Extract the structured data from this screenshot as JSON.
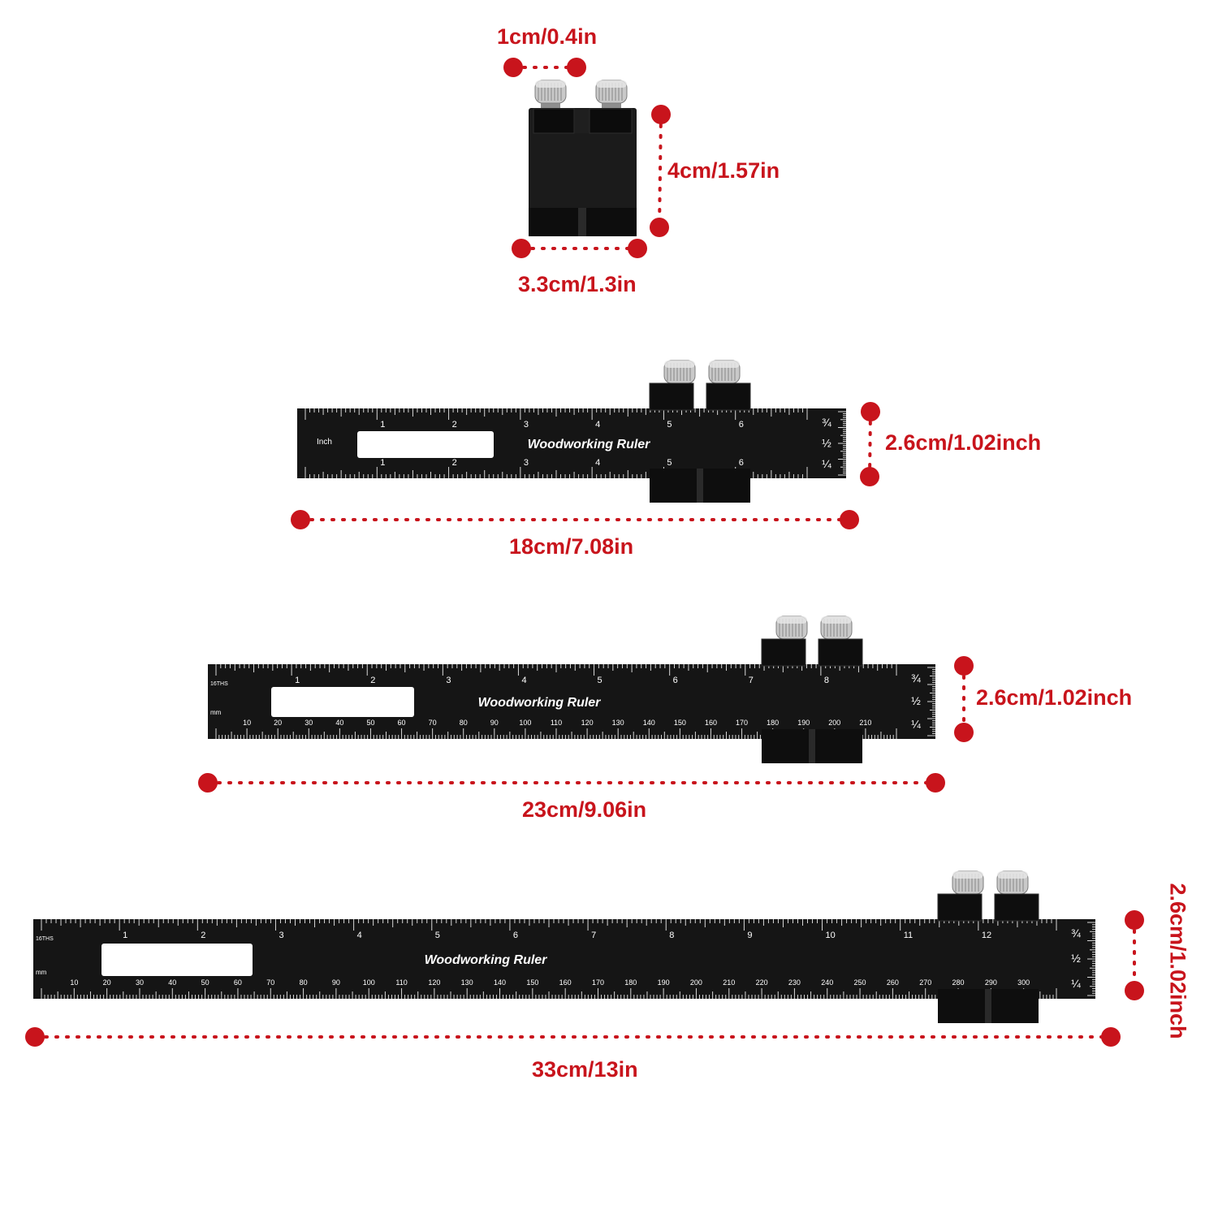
{
  "colors": {
    "accent": "#c8141c",
    "ruler": "#151515",
    "knob": "#c9c9c9",
    "label": "#ffffff"
  },
  "block": {
    "gap_label": "1cm/0.4in",
    "height_label": "4cm/1.57in",
    "width_label": "3.3cm/1.3in"
  },
  "rulers": [
    {
      "brand": "Woodworking Ruler",
      "unit_label": "Inch",
      "length_label": "18cm/7.08in",
      "width_label": "2.6cm/1.02inch",
      "top_numbers": [
        "1",
        "2",
        "3",
        "4",
        "5",
        "6"
      ],
      "bottom_numbers": [
        "1",
        "2",
        "3",
        "4",
        "5",
        "6"
      ],
      "fractions": [
        "¾",
        "½",
        "¼"
      ]
    },
    {
      "brand": "Woodworking Ruler",
      "unit_label": "16THS",
      "mm_label": "mm",
      "length_label": "23cm/9.06in",
      "width_label": "2.6cm/1.02inch",
      "top_numbers": [
        "1",
        "2",
        "3",
        "4",
        "5",
        "6",
        "7",
        "8"
      ],
      "bottom_numbers": [
        "10",
        "20",
        "30",
        "40",
        "50",
        "60",
        "70",
        "80",
        "90",
        "100",
        "110",
        "120",
        "130",
        "140",
        "150",
        "160",
        "170",
        "180",
        "190",
        "200",
        "210"
      ],
      "fractions": [
        "¾",
        "½",
        "¼"
      ]
    },
    {
      "brand": "Woodworking Ruler",
      "unit_label": "16THS",
      "mm_label": "mm",
      "length_label": "33cm/13in",
      "width_label": "2.6cm/1.02inch",
      "top_numbers": [
        "1",
        "2",
        "3",
        "4",
        "5",
        "6",
        "7",
        "8",
        "9",
        "10",
        "11",
        "12"
      ],
      "bottom_numbers": [
        "10",
        "20",
        "30",
        "40",
        "50",
        "60",
        "70",
        "80",
        "90",
        "100",
        "110",
        "120",
        "130",
        "140",
        "150",
        "160",
        "170",
        "180",
        "190",
        "200",
        "210",
        "220",
        "230",
        "240",
        "250",
        "260",
        "270",
        "280",
        "290",
        "300"
      ],
      "fractions": [
        "¾",
        "½",
        "¼"
      ]
    }
  ]
}
